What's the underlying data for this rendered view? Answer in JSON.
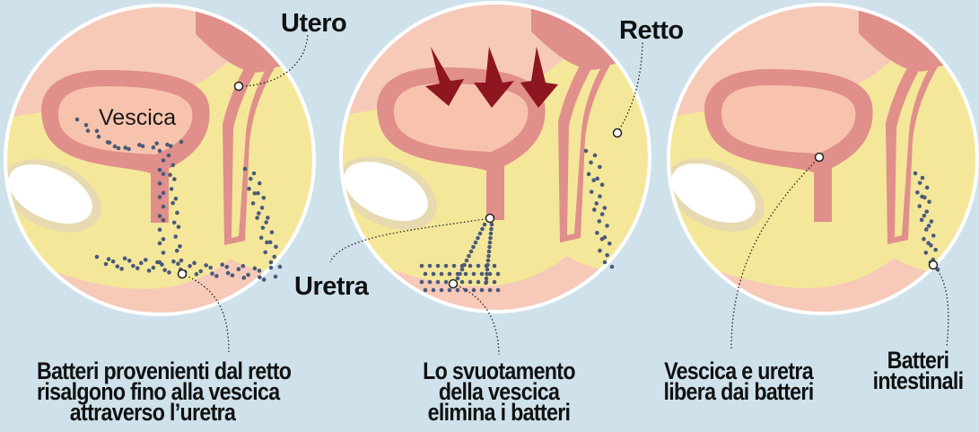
{
  "labels": {
    "utero": "Utero",
    "retto": "Retto",
    "uretra": "Uretra",
    "vescica": "Vescica"
  },
  "captions": {
    "panel1": [
      "Batteri provenienti dal retto",
      "risalgono fino alla vescica",
      "attraverso l’uretra"
    ],
    "panel2": [
      "Lo svuotamento",
      "della vescica",
      "elimina i batteri"
    ],
    "panel3": [
      "Vescica e uretra",
      "libera dai batteri"
    ],
    "panel4": [
      "Batteri",
      "intestinali"
    ]
  },
  "colors": {
    "background": "#cfe2ec",
    "skin": "#f6c9b9",
    "fat": "#f4e79a",
    "organ": "#e08f8b",
    "organ_dark": "#c97371",
    "bladder_inner": "#f8c3ad",
    "bone": "#ffffff",
    "bacteria": "#4a5a7a",
    "arrow": "#8e1620"
  }
}
